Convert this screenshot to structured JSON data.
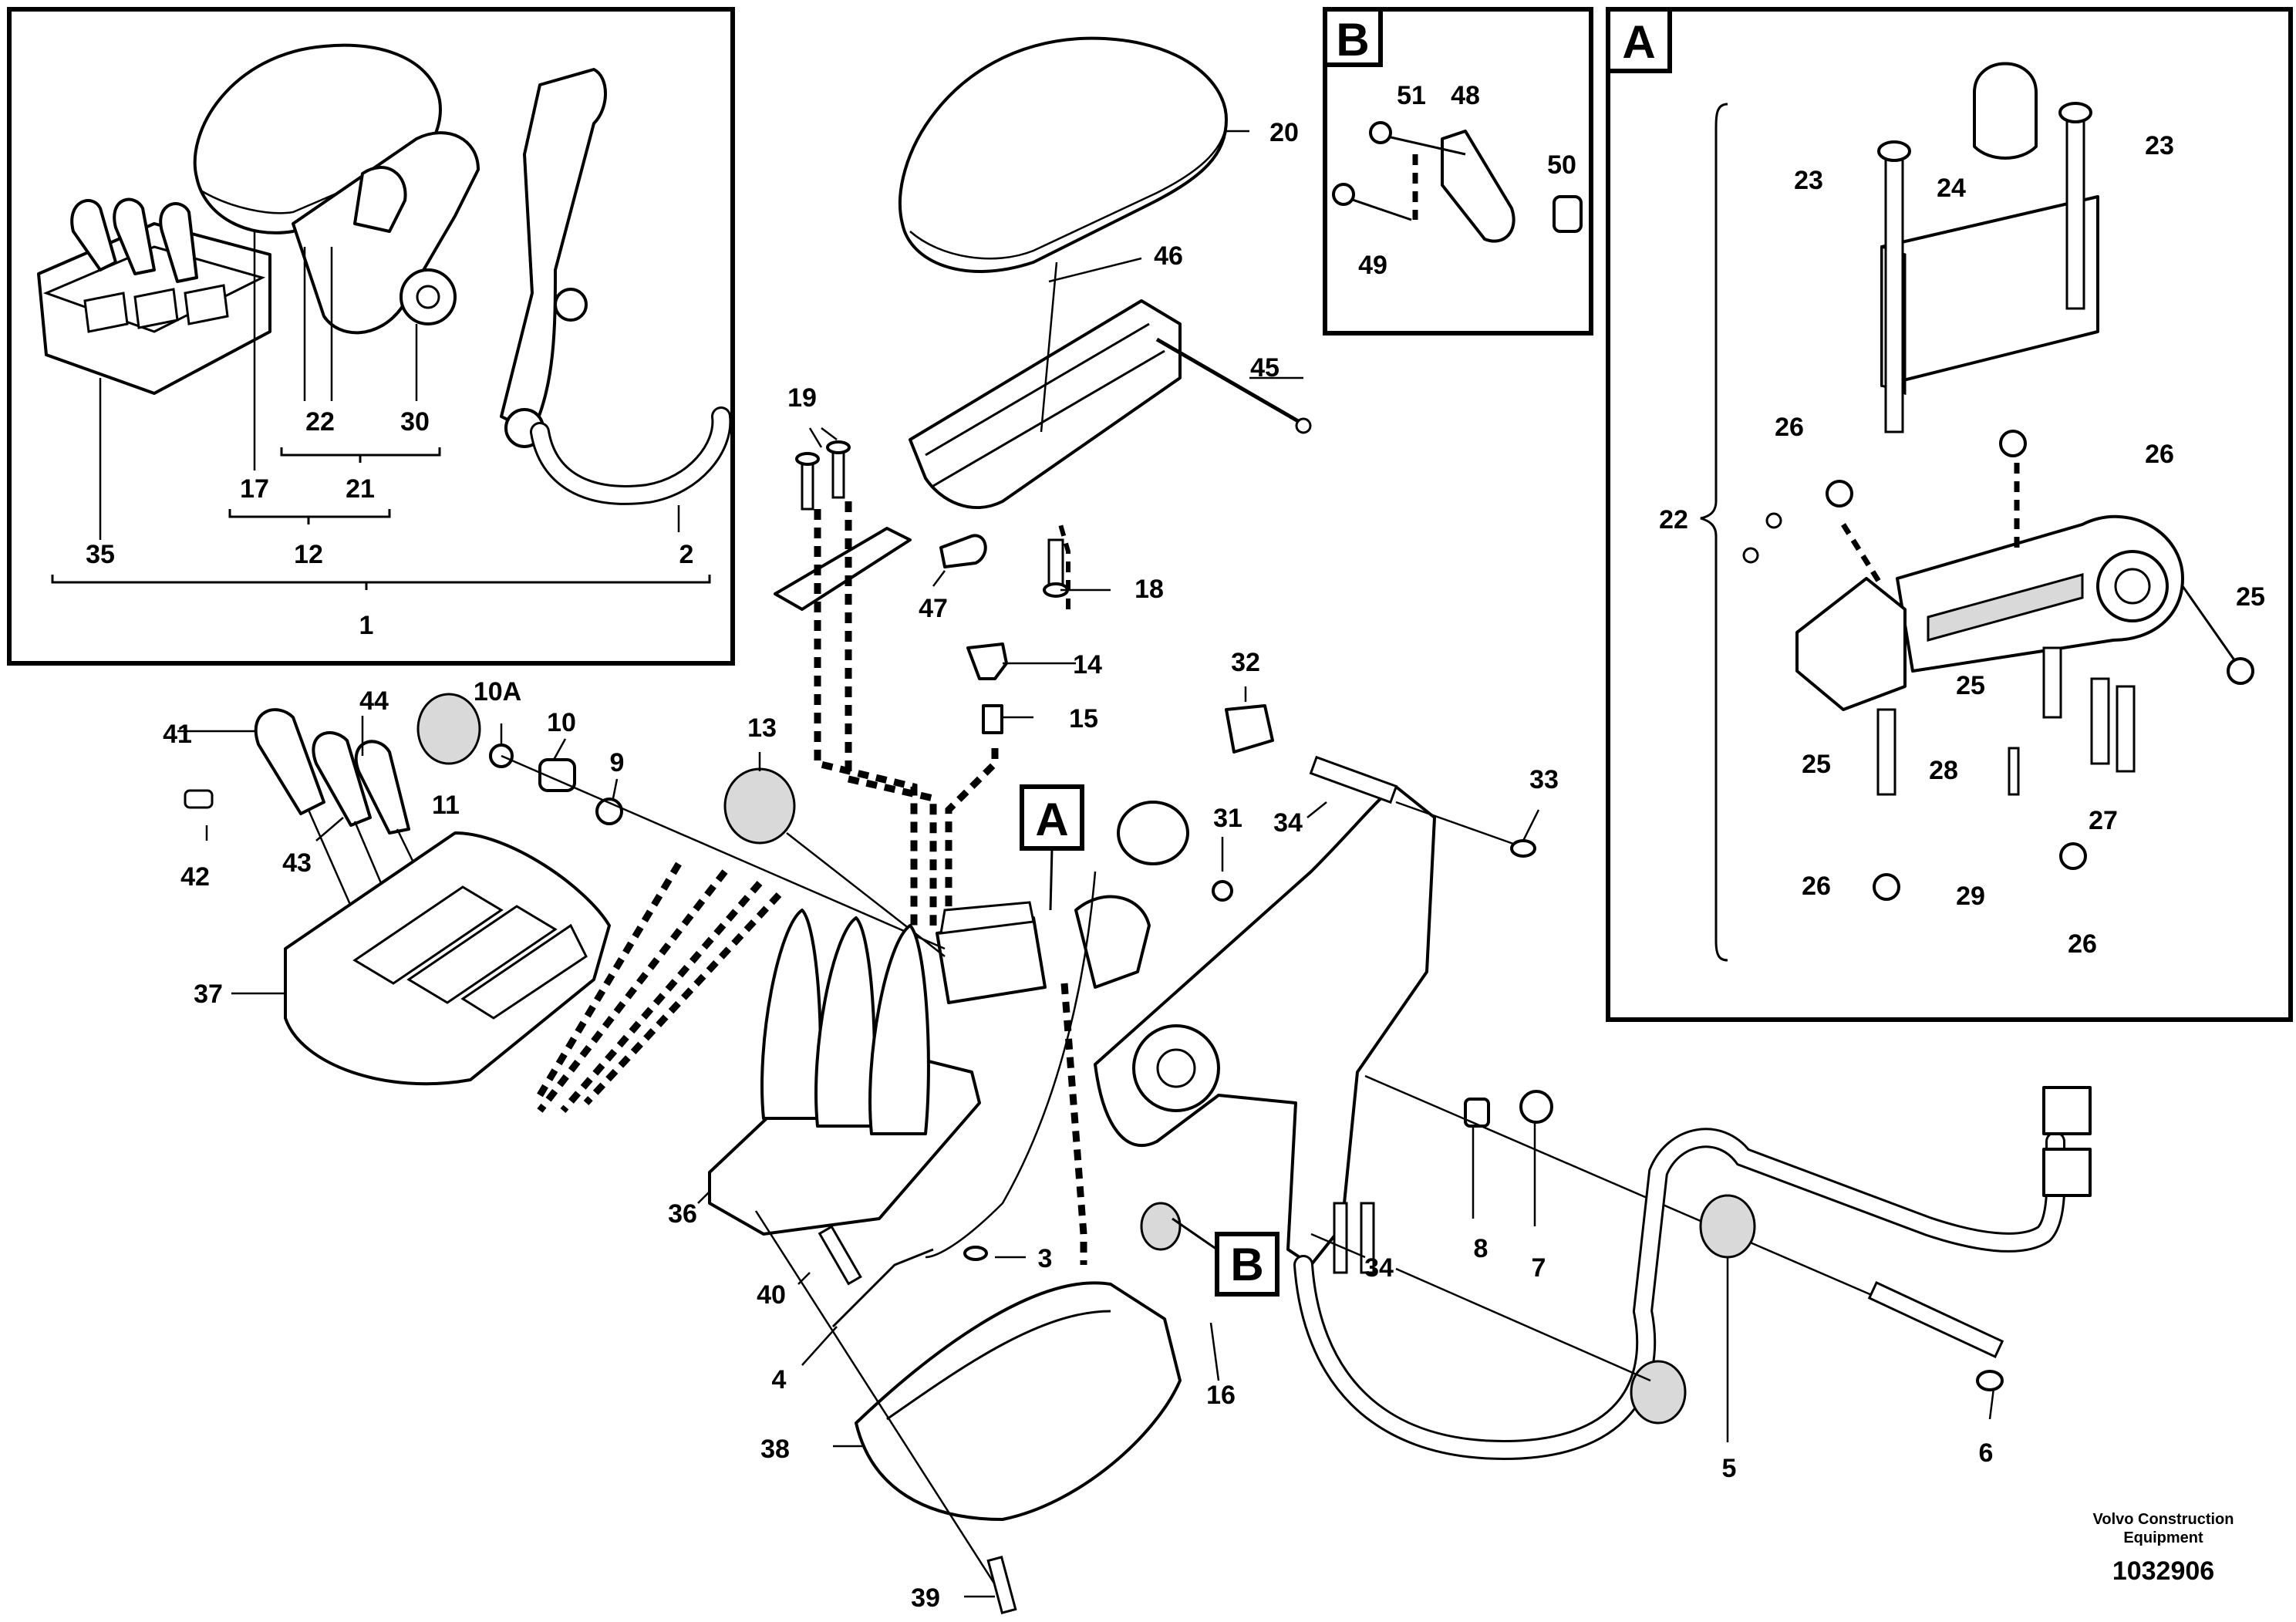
{
  "labels": {
    "l1": "1",
    "l2": "2",
    "l3": "3",
    "l4": "4",
    "l5": "5",
    "l6": "6",
    "l7": "7",
    "l8": "8",
    "l9": "9",
    "l10": "10",
    "l10a": "10A",
    "l11": "11",
    "l12": "12",
    "l13": "13",
    "l14": "14",
    "l15": "15",
    "l16": "16",
    "l17": "17",
    "l18": "18",
    "l19": "19",
    "l20": "20",
    "l21": "21",
    "l22": "22",
    "l23": "23",
    "l24": "24",
    "l25": "25",
    "l26": "26",
    "l27": "27",
    "l28": "28",
    "l29": "29",
    "l30": "30",
    "l31": "31",
    "l32": "32",
    "l33": "33",
    "l34": "34",
    "l35": "35",
    "l36": "36",
    "l37": "37",
    "l38": "38",
    "l39": "39",
    "l40": "40",
    "l41": "41",
    "l42": "42",
    "l43": "43",
    "l44": "44",
    "l45": "45",
    "l46": "46",
    "l47": "47",
    "l48": "48",
    "l49": "49",
    "l50": "50",
    "l51": "51"
  },
  "callouts": {
    "A": "A",
    "B": "B"
  },
  "publisher": {
    "line1": "Volvo Construction",
    "line2": "Equipment"
  },
  "drawing_number": "1032906"
}
